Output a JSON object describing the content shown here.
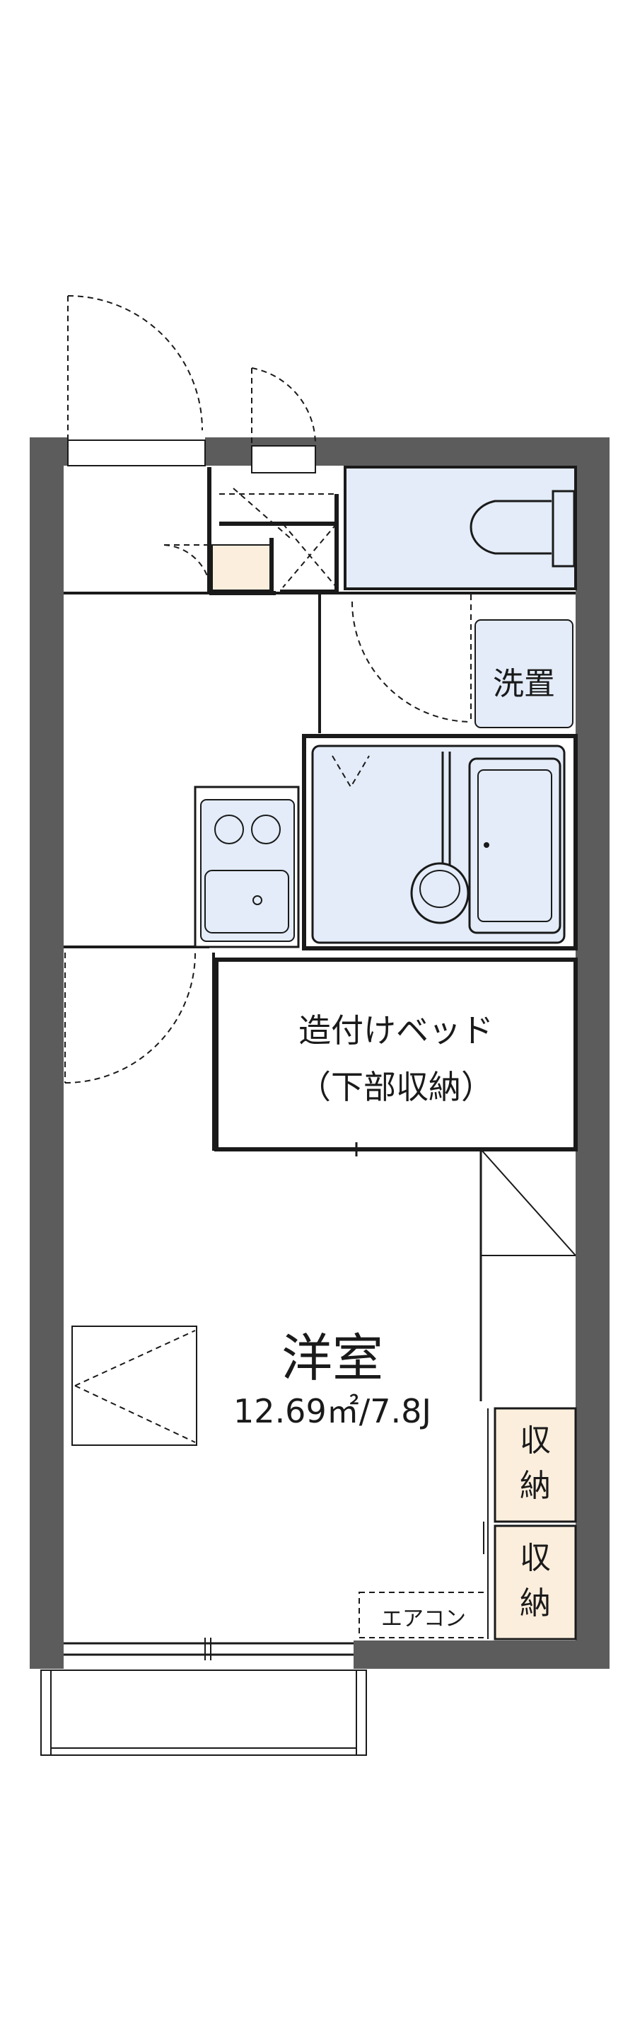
{
  "rooms": {
    "washer": "洗置",
    "bed_line1": "造付けベッド",
    "bed_line2": "（下部収納）",
    "western_room": "洋室",
    "area": "12.69㎡/7.8J",
    "storage1_top": "収",
    "storage1_bottom": "納",
    "storage2_top": "収",
    "storage2_bottom": "納",
    "aircon": "エアコン"
  },
  "colors": {
    "wall": "#5c5c5c",
    "wet_area": "#e3ecf8",
    "storage": "#fbeedd",
    "line": "#1a1a1a"
  }
}
